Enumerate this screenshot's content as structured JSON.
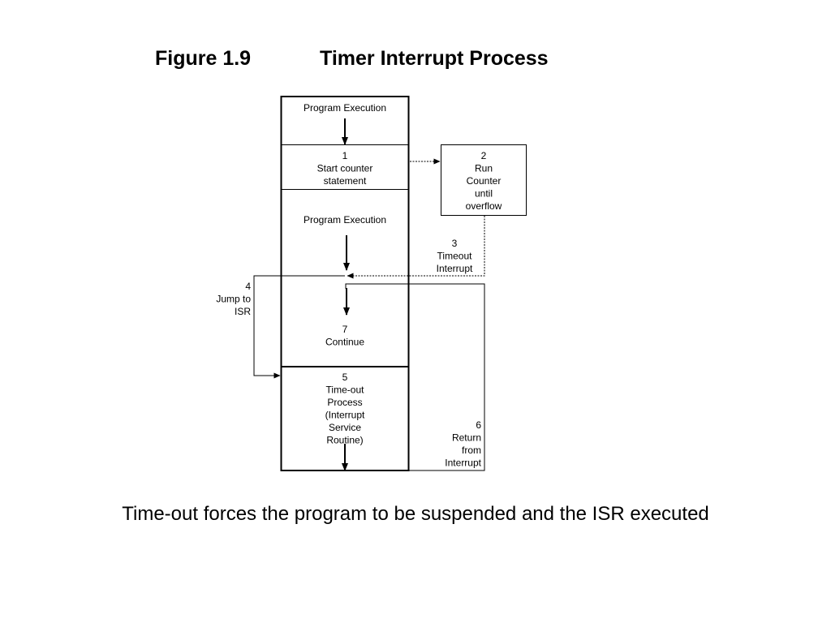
{
  "title": {
    "figure_label": "Figure 1.9",
    "figure_name": "Timer Interrupt Process"
  },
  "diagram": {
    "box_program_execution_top": [
      "Program Execution"
    ],
    "box_start_counter": [
      "1",
      "Start counter",
      "statement"
    ],
    "box_program_execution_mid": [
      "Program Execution"
    ],
    "box_run_counter": [
      "2",
      "Run",
      "Counter",
      "until",
      "overflow"
    ],
    "label_timeout_interrupt": [
      "3",
      "Timeout",
      "Interrupt"
    ],
    "label_jump_to_isr": [
      "4",
      "Jump to",
      "ISR"
    ],
    "label_continue": [
      "7",
      "Continue"
    ],
    "box_timeout_process": [
      "5",
      "Time-out",
      "Process",
      "(Interrupt",
      "Service",
      "Routine)"
    ],
    "label_return_from_interrupt": [
      "6",
      "Return",
      "from",
      "Interrupt"
    ]
  },
  "caption": "Time-out forces the program to be suspended and the ISR executed"
}
